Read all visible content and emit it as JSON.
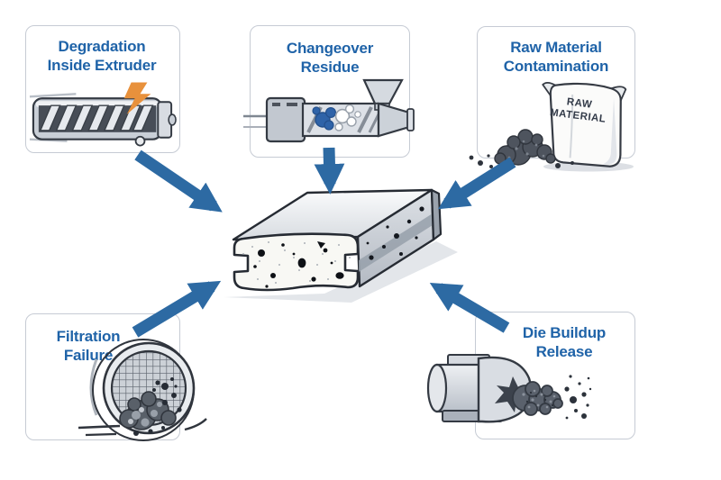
{
  "colors": {
    "arrow_blue": "#2d6aa3",
    "heading_blue": "#1f63a8",
    "box_border": "#c6cbd4",
    "bolt_orange": "#e8913c",
    "residue_blue": "#2f63a8",
    "particle_dark": "#2c323b"
  },
  "boxes": [
    {
      "id": "degradation",
      "label": "Degradation Inside Extruder",
      "icon": "extruder-screw-icon"
    },
    {
      "id": "changeover",
      "label": "Changeover Residue",
      "icon": "changeover-extruder-icon"
    },
    {
      "id": "rawmaterial",
      "label": "Raw Material Contamination",
      "icon": "raw-material-bag-icon",
      "bag_label": "RAW MATERIAL"
    },
    {
      "id": "filtration",
      "label": "Filtration Failure",
      "icon": "filter-screen-icon"
    },
    {
      "id": "diebuildup",
      "label": "Die Buildup Release",
      "icon": "die-buildup-icon"
    }
  ],
  "center": {
    "name": "contaminated extruded profile"
  }
}
